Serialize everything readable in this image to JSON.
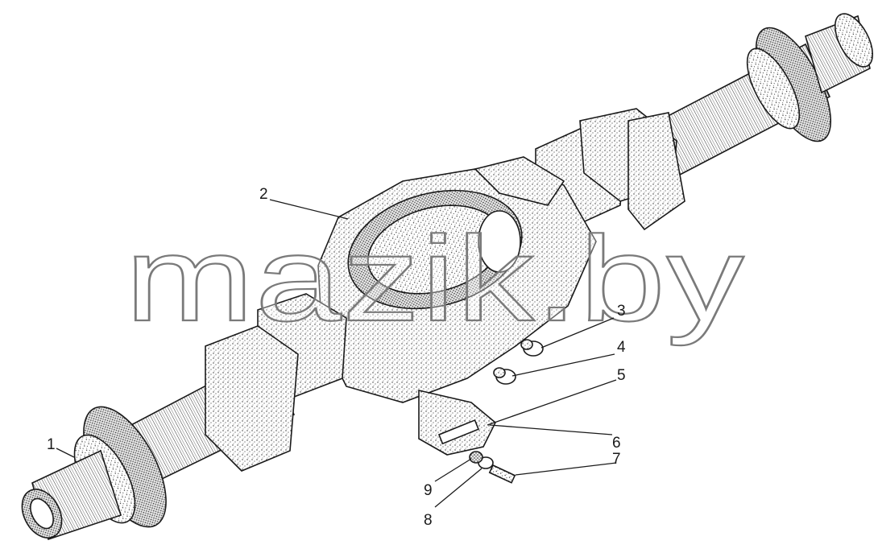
{
  "watermark": "mazik.by",
  "callouts": [
    {
      "label": "1"
    },
    {
      "label": "2"
    },
    {
      "label": "3"
    },
    {
      "label": "4"
    },
    {
      "label": "5"
    },
    {
      "label": "6"
    },
    {
      "label": "7"
    },
    {
      "label": "8"
    },
    {
      "label": "9"
    }
  ]
}
